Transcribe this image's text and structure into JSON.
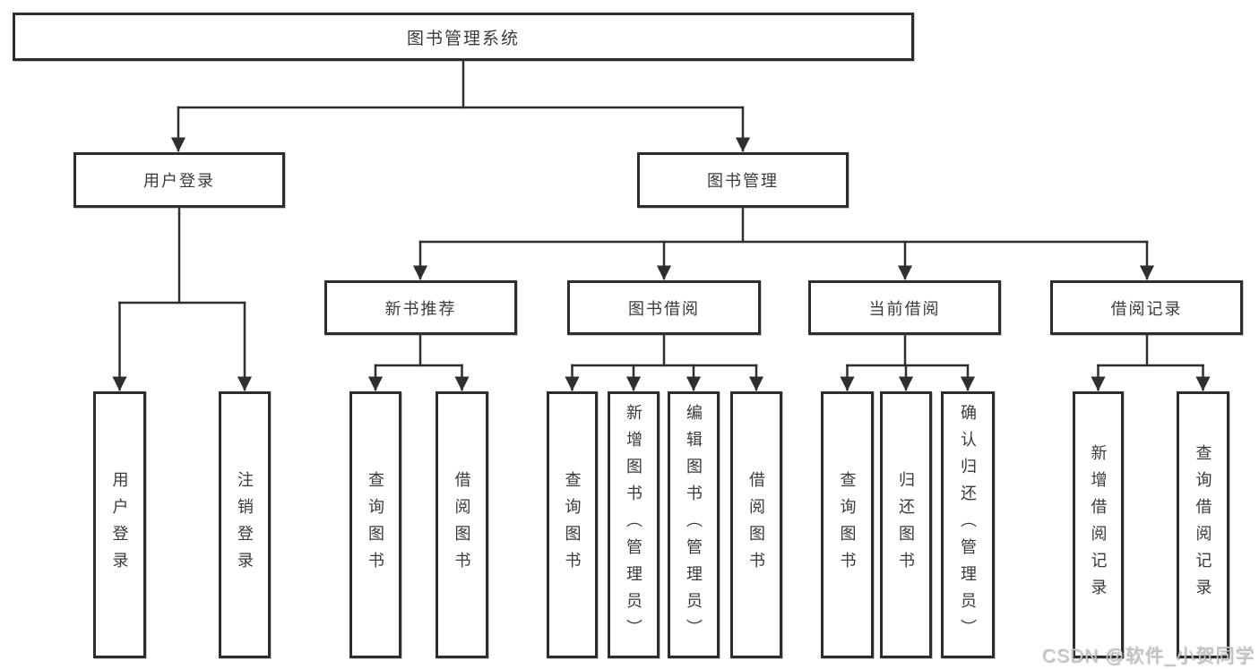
{
  "nodes": {
    "root": {
      "label": "图书管理系统"
    },
    "user_login": {
      "label": "用户登录"
    },
    "book_mgmt": {
      "label": "图书管理"
    },
    "new_book_rec": {
      "label": "新书推荐"
    },
    "book_borrow": {
      "label": "图书借阅"
    },
    "current_borrow": {
      "label": "当前借阅"
    },
    "borrow_records": {
      "label": "借阅记录"
    },
    "leaves": {
      "ul_login": "用户登录",
      "ul_logout": "注销登录",
      "nb_query": "查询图书",
      "nb_borrow": "借阅图书",
      "bb_query": "查询图书",
      "bb_add": "新增图书（管理员）",
      "bb_edit": "编辑图书（管理员）",
      "bb_borrow": "借阅图书",
      "cb_query": "查询图书",
      "cb_return": "归还图书",
      "cb_confirm": "确认归还（管理员）",
      "br_add": "新增借阅记录",
      "br_query": "查询借阅记录"
    }
  },
  "watermark": {
    "text": "CSDN @软件_小贺同学"
  },
  "colors": {
    "line": "#2f2f2f",
    "box_border": "#2d2d2d",
    "text": "#3a3a3a",
    "background": "#ffffff",
    "watermark": "#cbcbcb"
  }
}
